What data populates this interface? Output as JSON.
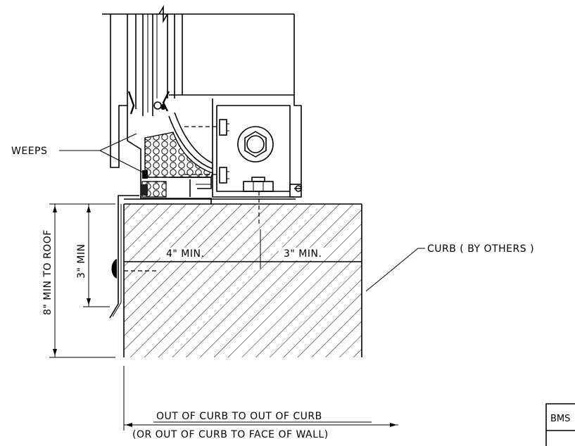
{
  "labels": {
    "weeps": "WEEPS",
    "curb": "CURB ( BY OTHERS )",
    "four_min": "4\" MIN.",
    "three_min_h": "3\" MIN.",
    "three_min_v": "3\" MIN",
    "eight_min": "8\" MIN TO ROOF",
    "dim_line1": "OUT OF CURB TO OUT OF CURB",
    "dim_line2": "(OR OUT OF CURB TO FACE OF WALL)",
    "title_tag": "BMS"
  }
}
